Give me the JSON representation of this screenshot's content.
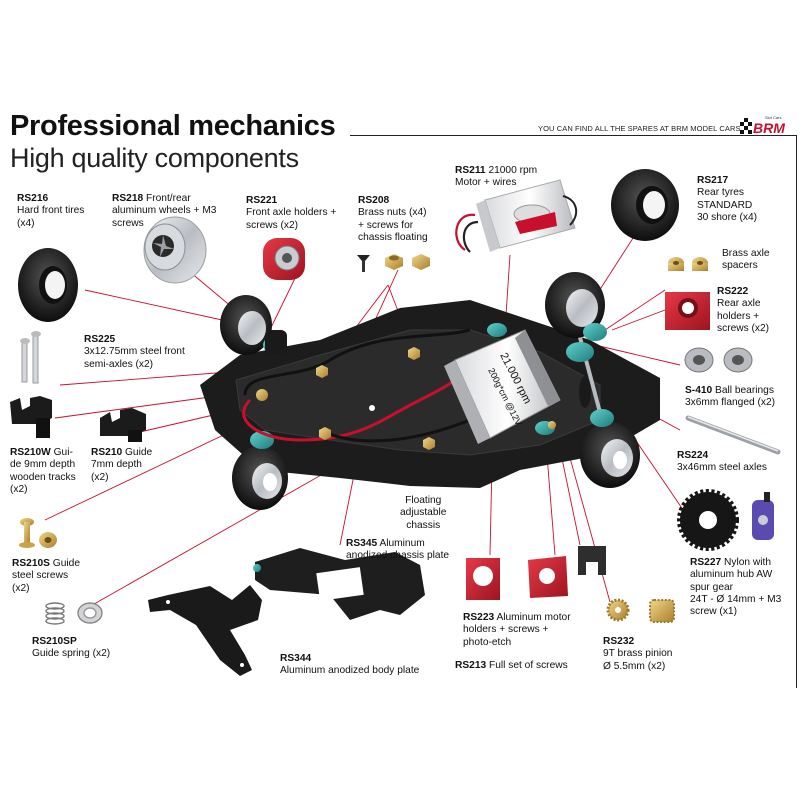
{
  "header": {
    "title": "Professional mechanics",
    "subtitle": "High quality components",
    "spares_note": "YOU CAN FIND ALL THE SPARES AT BRM MODEL CARS",
    "logo_small": "Slot Cars",
    "logo_text": "BRM"
  },
  "motor_text": {
    "line1": "21.000 rpm",
    "line2": "200g*cm @12V"
  },
  "parts": [
    {
      "code": "RS216",
      "lines": [
        "Hard front tires",
        "(x4)"
      ]
    },
    {
      "code": "RS218",
      "lines": [
        "Front/rear",
        "aluminum wheels + M3",
        "screws"
      ]
    },
    {
      "code": "RS221",
      "lines": [
        "Front axle holders +",
        "screws (x2)"
      ]
    },
    {
      "code": "RS208",
      "lines": [
        "Brass nuts (x4)",
        "+ screws for",
        "chassis floating"
      ]
    },
    {
      "code": "RS211",
      "lines": [
        "21000 rpm",
        "Motor + wires"
      ]
    },
    {
      "code": "RS217",
      "lines": [
        "Rear tyres",
        "STANDARD",
        "30 shore (x4)"
      ]
    },
    {
      "code": "",
      "lines": [
        "Brass axle",
        "spacers"
      ]
    },
    {
      "code": "RS222",
      "lines": [
        "Rear axle",
        "holders +",
        "screws (x2)"
      ]
    },
    {
      "code": "RS225",
      "lines": [
        "3x12.75mm steel front",
        "semi-axles (x2)"
      ]
    },
    {
      "code": "S-410",
      "lines": [
        "Ball bearings",
        "3x6mm flanged (x2)"
      ]
    },
    {
      "code": "RS210W",
      "lines": [
        "Gui-",
        "de 9mm depth",
        "wooden tracks",
        "(x2)"
      ]
    },
    {
      "code": "RS210",
      "lines": [
        "Guide",
        "7mm depth",
        "(x2)"
      ]
    },
    {
      "code": "RS224",
      "lines": [
        "3x46mm steel axles"
      ]
    },
    {
      "code": "",
      "lines": [
        "Floating",
        "adjustable",
        "chassis"
      ]
    },
    {
      "code": "RS345",
      "lines": [
        "Aluminum",
        "anodized chassis plate"
      ]
    },
    {
      "code": "RS210S",
      "lines": [
        "Guide",
        "steel screws",
        "(x2)"
      ]
    },
    {
      "code": "RS227",
      "lines": [
        "Nylon with",
        "aluminum hub AW",
        "spur gear",
        "24T  - Ø 14mm + M3",
        "screw (x1)"
      ]
    },
    {
      "code": "RS210SP",
      "lines": [
        "Guide spring (x2)"
      ]
    },
    {
      "code": "RS223",
      "lines": [
        "Aluminum motor",
        "holders + screws +",
        "photo-etch"
      ]
    },
    {
      "code": "RS232",
      "lines": [
        "9T brass pinion",
        "Ø 5.5mm (x2)"
      ]
    },
    {
      "code": "RS344",
      "lines": [
        "Aluminum anodized body plate"
      ]
    },
    {
      "code": "RS213",
      "lines": [
        "Full set of screws"
      ]
    }
  ],
  "colors": {
    "leader_line": "#c8102e",
    "chassis": "#1c1c1c",
    "teal_bearing": "#2aa7a5",
    "red_holder": "#c8202e",
    "brass": "#c9a24a",
    "tyre": "#222222",
    "aluminum": "#c9ccd1"
  }
}
